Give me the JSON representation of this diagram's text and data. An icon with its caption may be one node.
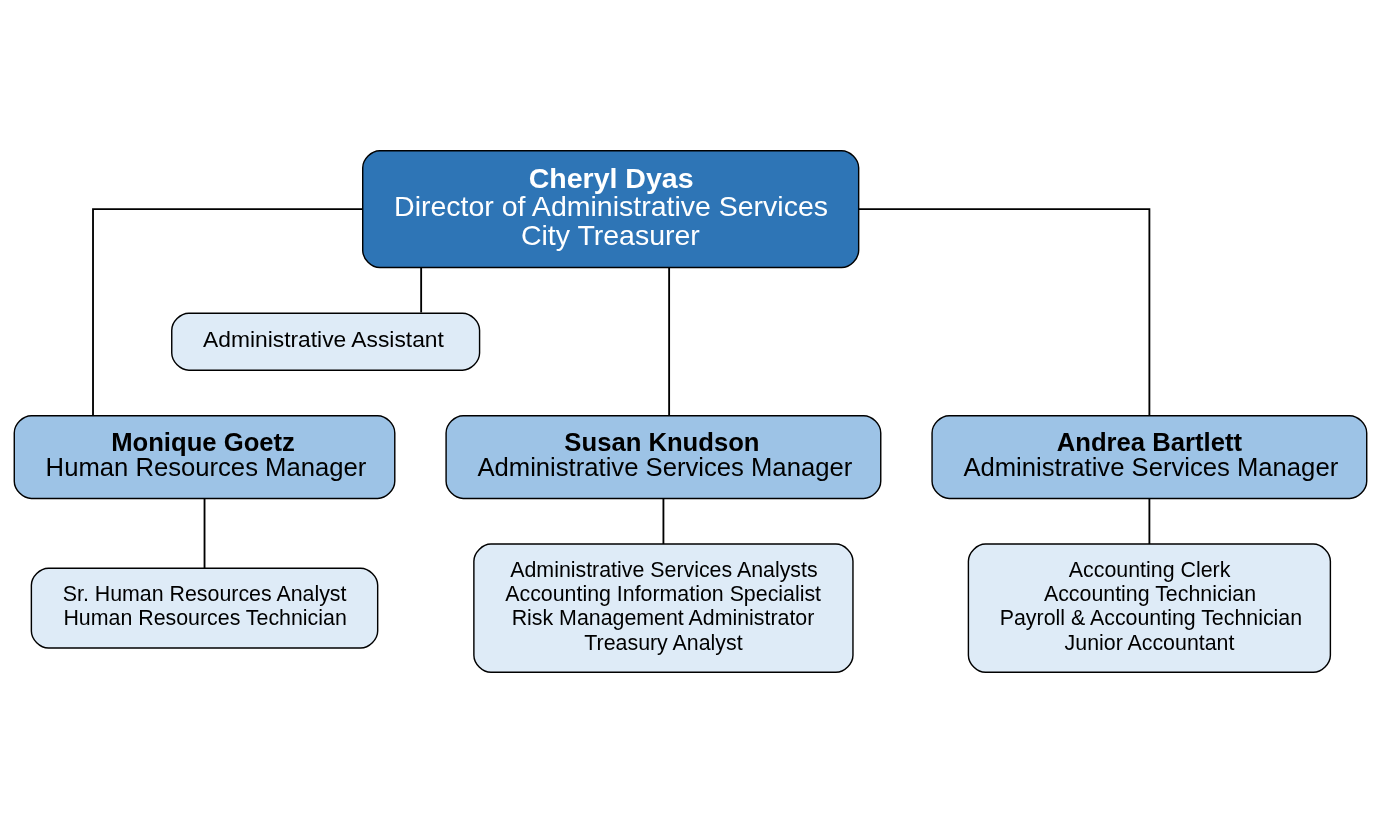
{
  "diagram": {
    "nodes": [
      {
        "text": [
          "Cheryl Dyas",
          "Director of Administrative Services",
          "City Treasurer"
        ]
      },
      {
        "text": [
          "Administrative Assistant"
        ]
      },
      {
        "text": [
          "Monique Goetz",
          "Human Resources Manager"
        ]
      },
      {
        "text": [
          "Susan Knudson",
          "Administrative Services Manager"
        ]
      },
      {
        "text": [
          "Andrea Bartlett",
          "Administrative Services Manager"
        ]
      },
      {
        "text": [
          "Sr. Human Resources Analyst",
          "Human Resources Technician"
        ]
      },
      {
        "text": [
          "Administrative Services Analysts",
          "Accounting Information Specialist",
          "Risk Management Administrator",
          "Treasury Analyst"
        ]
      },
      {
        "text": [
          "Accounting Clerk",
          "Accounting Technician",
          "Payroll & Accounting Technician",
          "Junior Accountant"
        ]
      }
    ],
    "edges": [
      {
        "from": 0,
        "to": 1,
        "arrow": "none"
      },
      {
        "from": 0,
        "to": 2,
        "arrow": "none"
      },
      {
        "from": 0,
        "to": 3,
        "arrow": "none"
      },
      {
        "from": 0,
        "to": 4,
        "arrow": "none"
      },
      {
        "from": 2,
        "to": 5,
        "arrow": "none"
      },
      {
        "from": 3,
        "to": 6,
        "arrow": "none"
      },
      {
        "from": 4,
        "to": 7,
        "arrow": "none"
      }
    ]
  }
}
